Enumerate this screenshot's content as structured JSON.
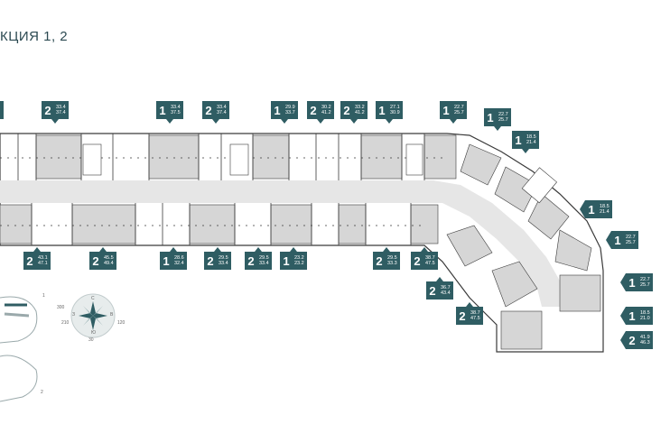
{
  "header": {
    "title": "КЦИЯ 1, 2"
  },
  "units_top": [
    {
      "rooms": "2",
      "a1": "33.4",
      "a2": "37.4"
    },
    {
      "rooms": "1",
      "a1": "33.4",
      "a2": "37.5"
    },
    {
      "rooms": "2",
      "a1": "33.4",
      "a2": "37.4"
    },
    {
      "rooms": "1",
      "a1": "29.9",
      "a2": "33.7"
    },
    {
      "rooms": "2",
      "a1": "30.2",
      "a2": "41.2"
    },
    {
      "rooms": "2",
      "a1": "33.2",
      "a2": "41.2"
    },
    {
      "rooms": "1",
      "a1": "27.1",
      "a2": "30.9"
    },
    {
      "rooms": "1",
      "a1": "22.7",
      "a2": "25.7"
    },
    {
      "rooms": "1",
      "a1": "22.7",
      "a2": "25.7"
    },
    {
      "rooms": "1",
      "a1": "18.5",
      "a2": "21.4"
    }
  ],
  "units_bottom": [
    {
      "rooms": "2",
      "a1": "43.1",
      "a2": "47.1"
    },
    {
      "rooms": "2",
      "a1": "45.5",
      "a2": "49.4"
    },
    {
      "rooms": "1",
      "a1": "28.6",
      "a2": "32.4"
    },
    {
      "rooms": "2",
      "a1": "29.5",
      "a2": "33.4"
    },
    {
      "rooms": "2",
      "a1": "29.5",
      "a2": "33.4"
    },
    {
      "rooms": "1",
      "a1": "23.2",
      "a2": "23.2"
    },
    {
      "rooms": "2",
      "a1": "29.5",
      "a2": "33.3"
    },
    {
      "rooms": "2",
      "a1": "38.7",
      "a2": "47.5"
    },
    {
      "rooms": "2",
      "a1": "36.7",
      "a2": "43.4"
    },
    {
      "rooms": "2",
      "a1": "38.7",
      "a2": "47.5"
    }
  ],
  "units_right": [
    {
      "rooms": "1",
      "a1": "18.5",
      "a2": "21.4"
    },
    {
      "rooms": "1",
      "a1": "22.7",
      "a2": "25.7"
    },
    {
      "rooms": "1",
      "a1": "22.7",
      "a2": "25.7"
    },
    {
      "rooms": "1",
      "a1": "18.5",
      "a2": "21.0"
    },
    {
      "rooms": "2",
      "a1": "41.9",
      "a2": "46.3"
    }
  ],
  "compass": {
    "c": "С",
    "w": "З",
    "e": "В",
    "s": "Ю",
    "deg1": "300",
    "deg2": "30",
    "deg3": "120",
    "deg4": "210"
  },
  "minimap": {
    "label1": "1",
    "label2": "2"
  },
  "colors": {
    "tag": "#2f5d63",
    "wall": "#3a3a3a",
    "shade": "#d9d9d9"
  }
}
